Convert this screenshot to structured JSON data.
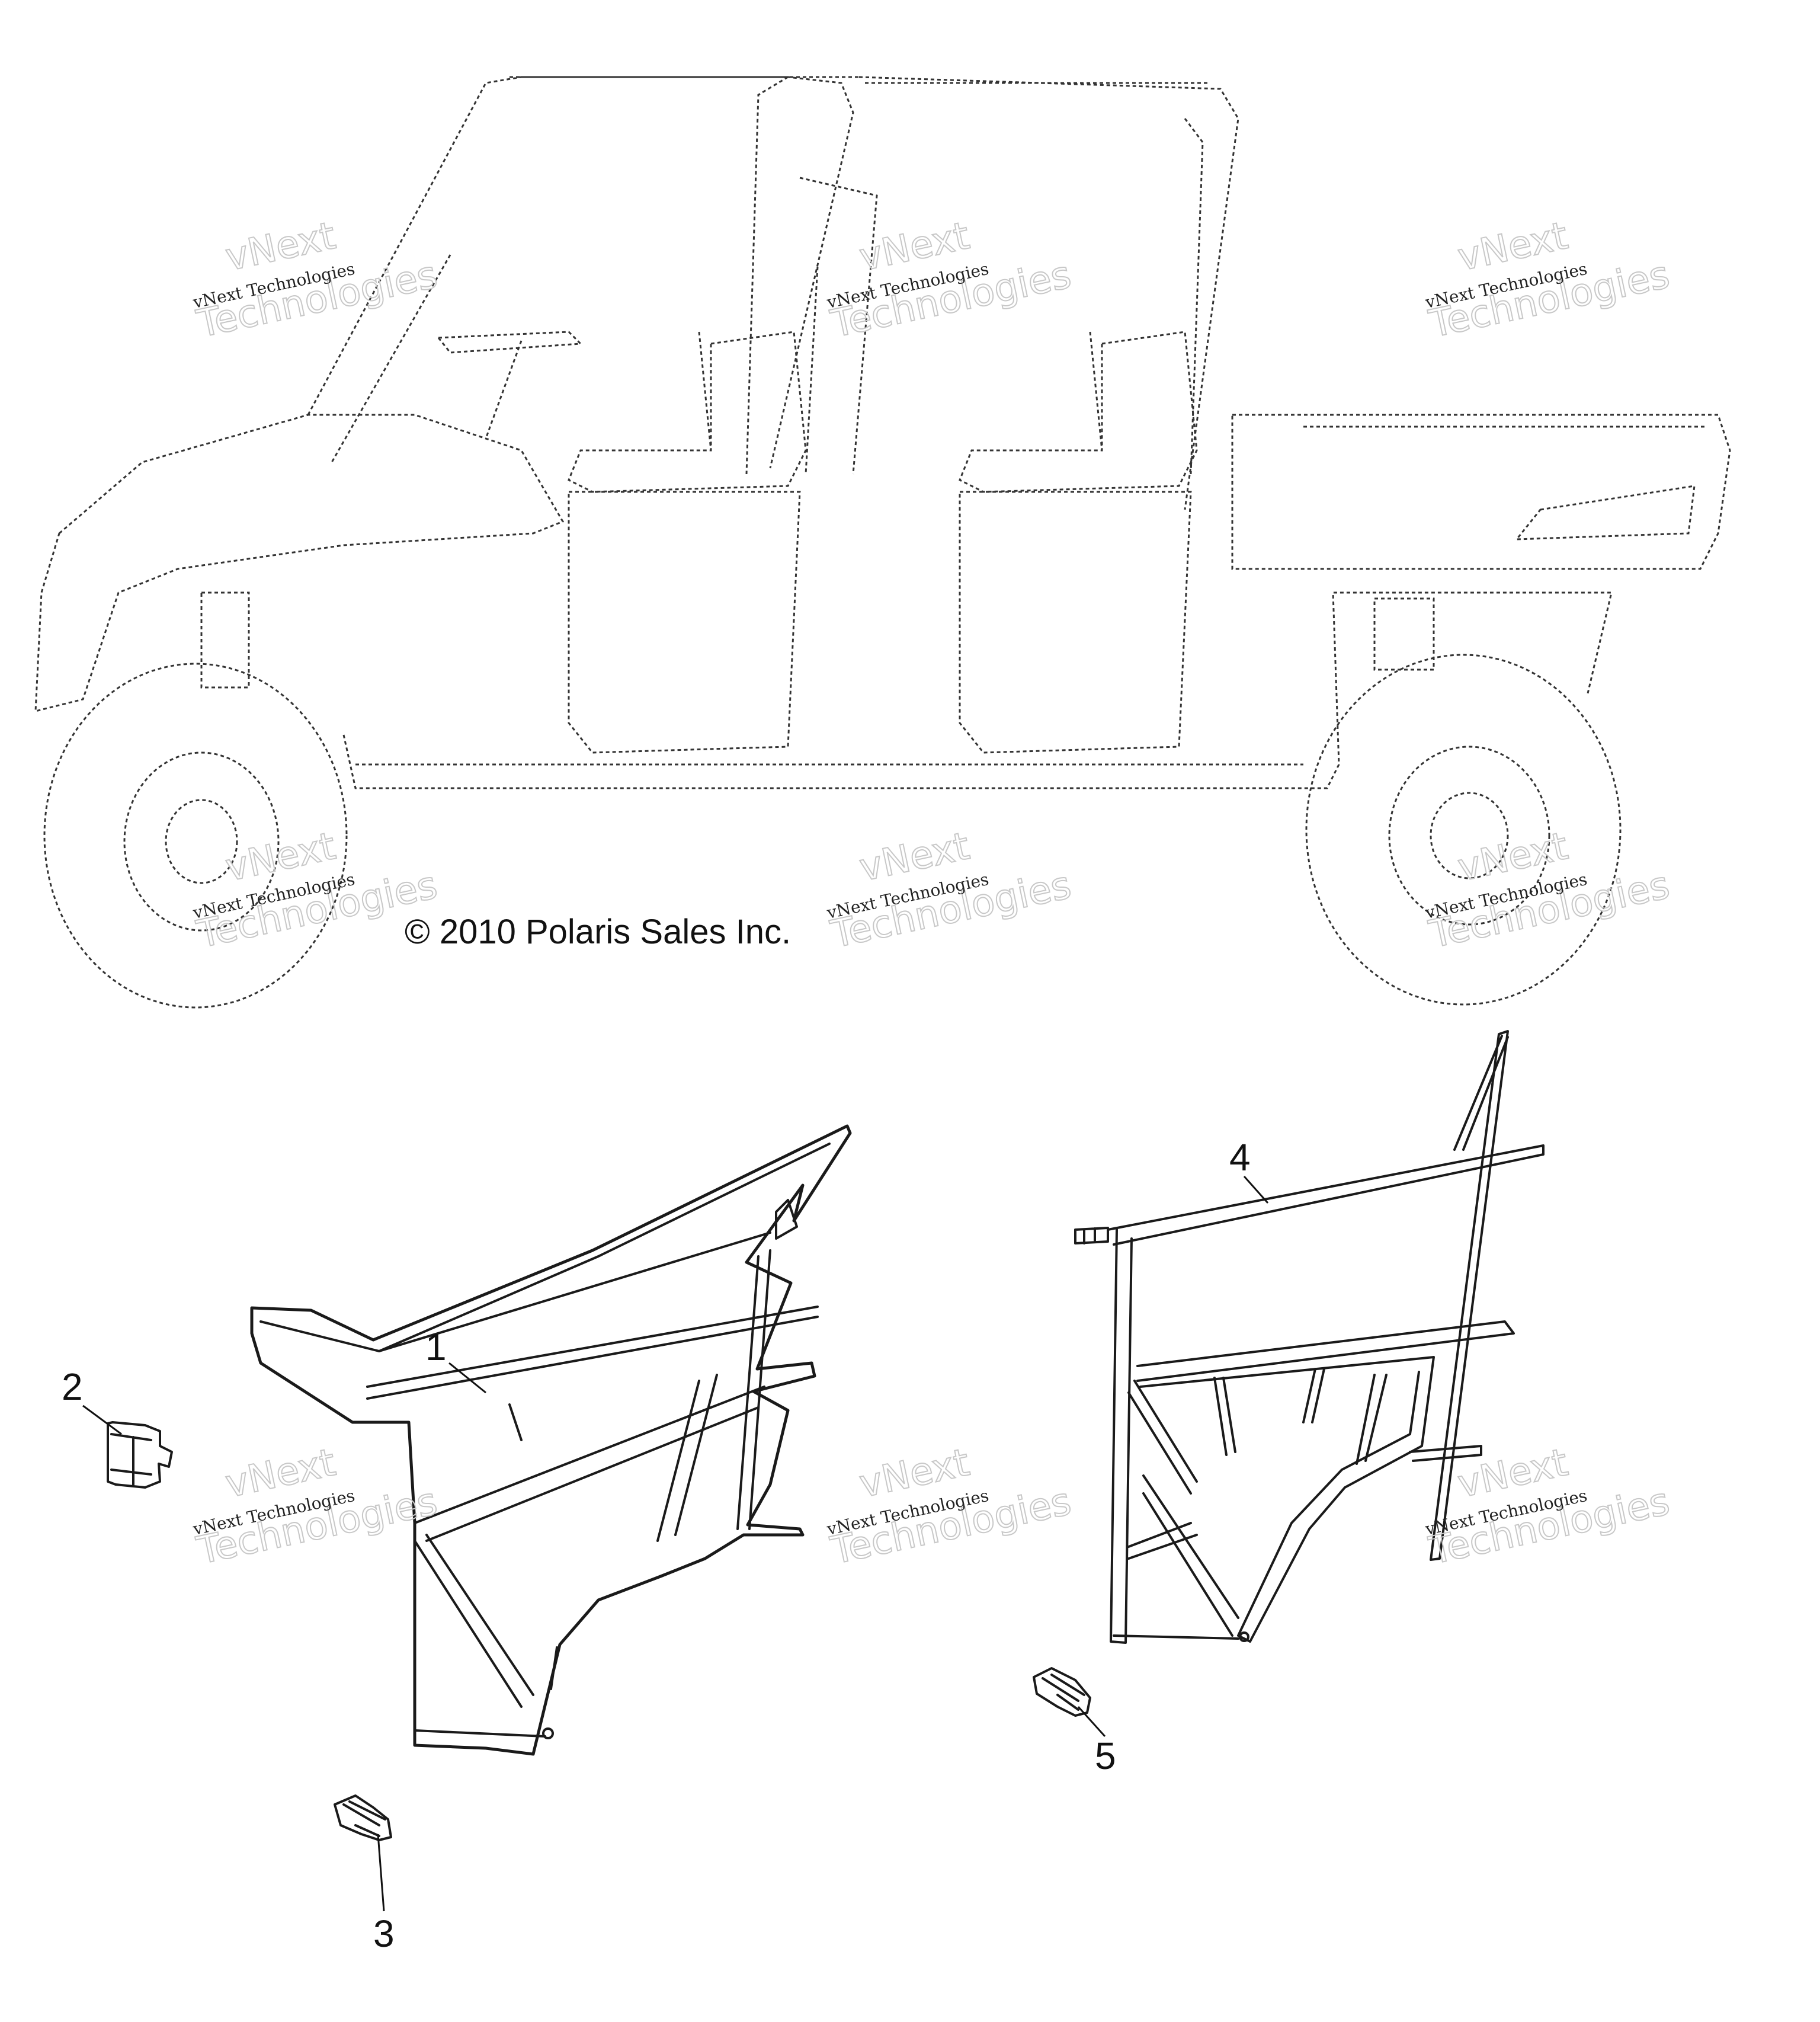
{
  "copyright": "© 2010 Polaris Sales Inc.",
  "watermark": {
    "brand": "vNext",
    "line": "vNext Technologies",
    "company": "Technologies"
  },
  "callouts": [
    "1",
    "2",
    "3",
    "4",
    "5"
  ]
}
